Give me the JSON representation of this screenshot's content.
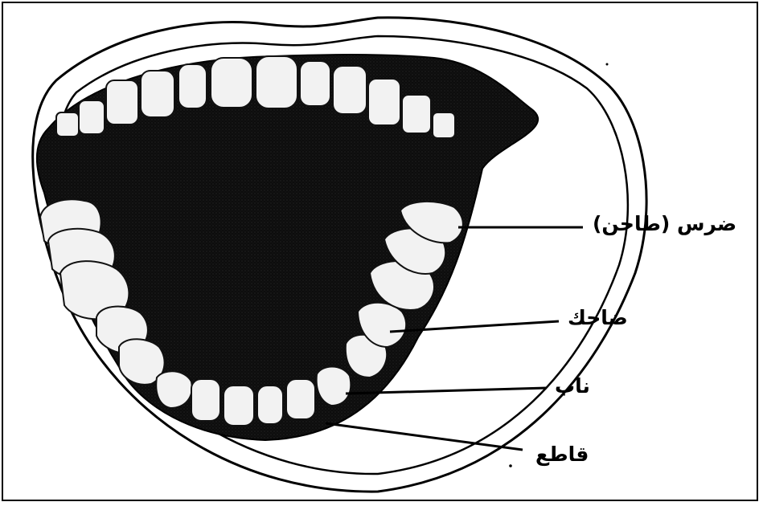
{
  "labels": {
    "molar": "ضرس (طاحن)",
    "premolar": "ضاحك",
    "canine": "ناب",
    "incisor": "قاطع"
  },
  "colors": {
    "outline": "#000000",
    "mouth_cavity": "#111111",
    "tooth_fill": "#f2f2f2",
    "tongue_fill": "#202020"
  }
}
